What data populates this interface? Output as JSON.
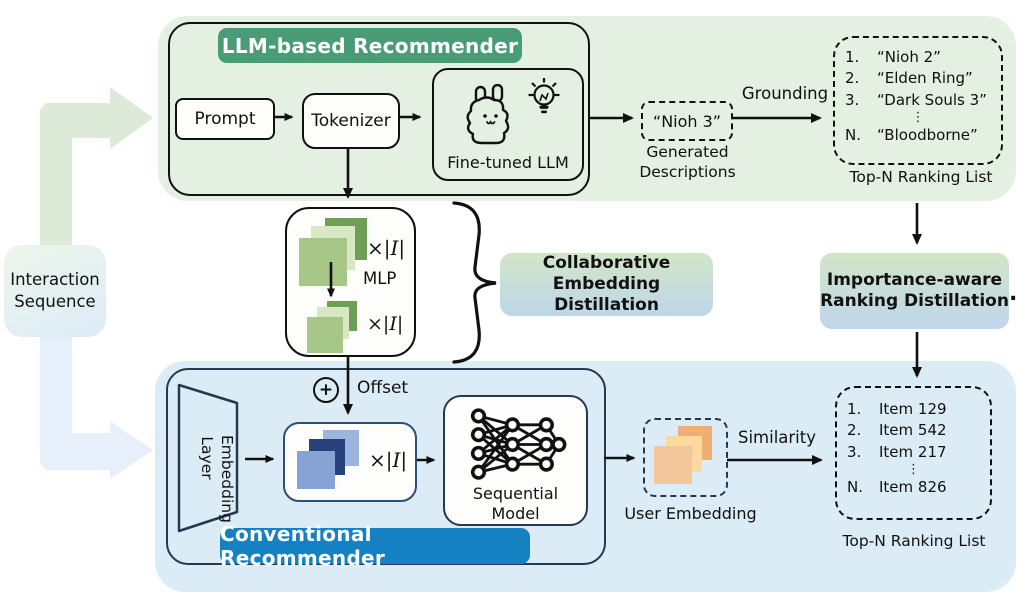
{
  "interaction": {
    "label": "Interaction\nSequence"
  },
  "llm": {
    "title": "LLM-based Recommender",
    "prompt": "Prompt",
    "tokenizer": "Tokenizer",
    "finetuned_llm": "Fine-tuned LLM",
    "generated_value": "“Nioh 3”",
    "generated_label": "Generated\nDescriptions",
    "grounding": "Grounding",
    "ranking": {
      "rows": [
        {
          "n": "1.",
          "t": "“Nioh 2”"
        },
        {
          "n": "2.",
          "t": "“Elden Ring”"
        },
        {
          "n": "3.",
          "t": "“Dark Souls 3”"
        },
        {
          "n": "N.",
          "t": "“Bloodborne”"
        }
      ],
      "dots": "⋮",
      "label": "Top-N Ranking List"
    }
  },
  "embedding_block": {
    "multiplier_top": "×|I|",
    "mlp": "MLP",
    "multiplier_bottom": "×|I|"
  },
  "distillation": {
    "collaborative": "Collaborative\nEmbedding Distillation",
    "importance": "Importance-aware\nRanking Distillation",
    "period": "."
  },
  "conventional": {
    "title": "Conventional Recommender",
    "embedding_layer": "Embedding\nLayer",
    "plus": "+",
    "offset": "Offset",
    "multiplier": "×|I|",
    "sequential_model": "Sequential\nModel",
    "user_embedding": "User Embedding",
    "similarity": "Similarity",
    "ranking": {
      "rows": [
        {
          "n": "1.",
          "t": "Item 129"
        },
        {
          "n": "2.",
          "t": "Item 542"
        },
        {
          "n": "3.",
          "t": "Item 217"
        },
        {
          "n": "N.",
          "t": "Item 826"
        }
      ],
      "dots": "⋮",
      "label": "Top-N Ranking List"
    }
  },
  "colors": {
    "top_section_bg": "#e4f0e1",
    "bottom_section_bg": "#dcecf7",
    "llm_badge": "#4a9c77",
    "conventional_badge": "#1581c2",
    "distill_gradient_top": "#d2e6c6",
    "distill_gradient_bottom": "#bed6eb",
    "green_square_dark": "#6f9e57",
    "green_square_light": "#d8e8c4",
    "green_square_mid": "#a7c789",
    "blue_square_dark": "#27427c",
    "blue_square_light": "#9db4dc",
    "blue_square_mid": "#87a3d4",
    "orange_square_dark": "#efae72",
    "orange_square_light": "#fbd99f",
    "orange_square_mid": "#f4c69b"
  }
}
